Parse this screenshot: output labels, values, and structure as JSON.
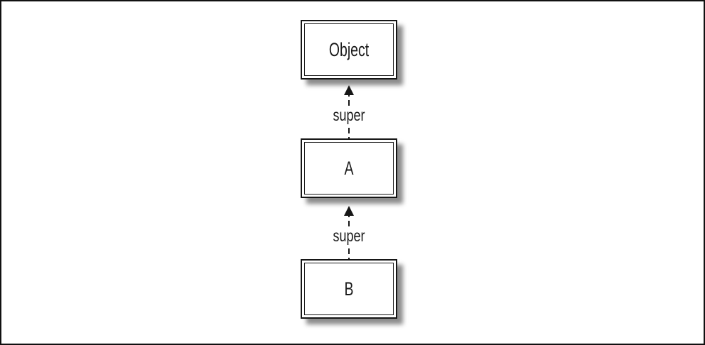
{
  "figure": {
    "type": "class-inheritance-diagram",
    "nodes": [
      {
        "id": "object",
        "label": "Object"
      },
      {
        "id": "a",
        "label": "A"
      },
      {
        "id": "b",
        "label": "B"
      }
    ],
    "edges": [
      {
        "from": "A",
        "to": "Object",
        "label": "super",
        "style": "dashed",
        "arrow": "up"
      },
      {
        "from": "B",
        "to": "A",
        "label": "super",
        "style": "dashed",
        "arrow": "up"
      }
    ],
    "colors": {
      "ink": "#161616",
      "background": "#ffffff",
      "shadow": "rgba(0,0,0,0.45)"
    }
  }
}
